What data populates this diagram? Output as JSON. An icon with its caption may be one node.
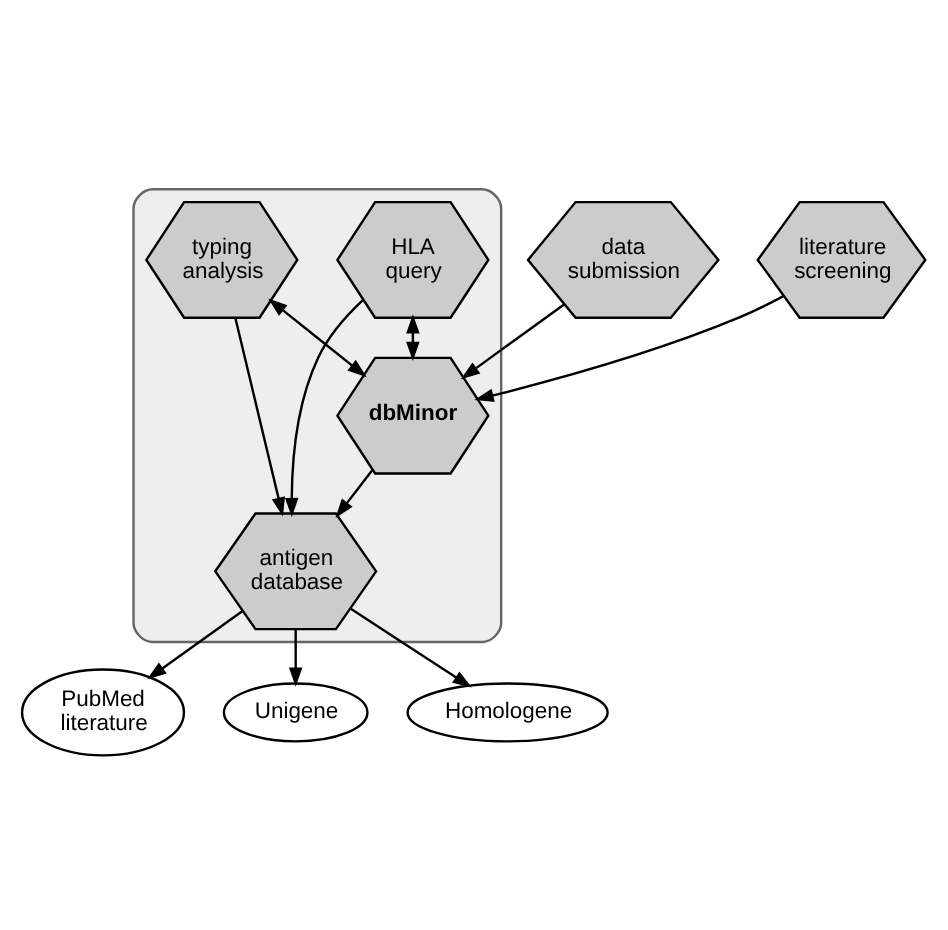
{
  "diagram": {
    "nodes": [
      {
        "text": [],
        "shape": "box"
      },
      {
        "text": [
          "data submission"
        ]
      },
      {
        "text": [
          "literature screening"
        ]
      },
      {
        "text": [
          "dbMinor"
        ],
        "in": 0
      },
      {
        "text": [
          "HLA query"
        ],
        "in": 0
      },
      {
        "text": [
          "typing analysis"
        ],
        "in": 0
      },
      {
        "text": [
          "antigen database"
        ],
        "in": 0
      },
      {
        "text": [
          "PubMed literature"
        ]
      },
      {
        "text": [
          "Unigene"
        ]
      },
      {
        "text": [
          "Homologene"
        ]
      }
    ],
    "edges": [
      {
        "from": 1,
        "to": 3,
        "arrow": "to"
      },
      {
        "from": 2,
        "to": 3,
        "arrow": "to"
      },
      {
        "from": 4,
        "to": 3,
        "arrow": "both"
      },
      {
        "from": 5,
        "to": 3,
        "arrow": "both"
      },
      {
        "from": 3,
        "to": 6,
        "arrow": "to"
      },
      {
        "from": 4,
        "to": 6,
        "arrow": "to"
      },
      {
        "from": 5,
        "to": 6,
        "arrow": "to"
      },
      {
        "from": 6,
        "to": 7,
        "arrow": "to"
      },
      {
        "from": 6,
        "to": 8,
        "arrow": "to"
      },
      {
        "from": 6,
        "to": 9,
        "arrow": "to"
      }
    ]
  }
}
